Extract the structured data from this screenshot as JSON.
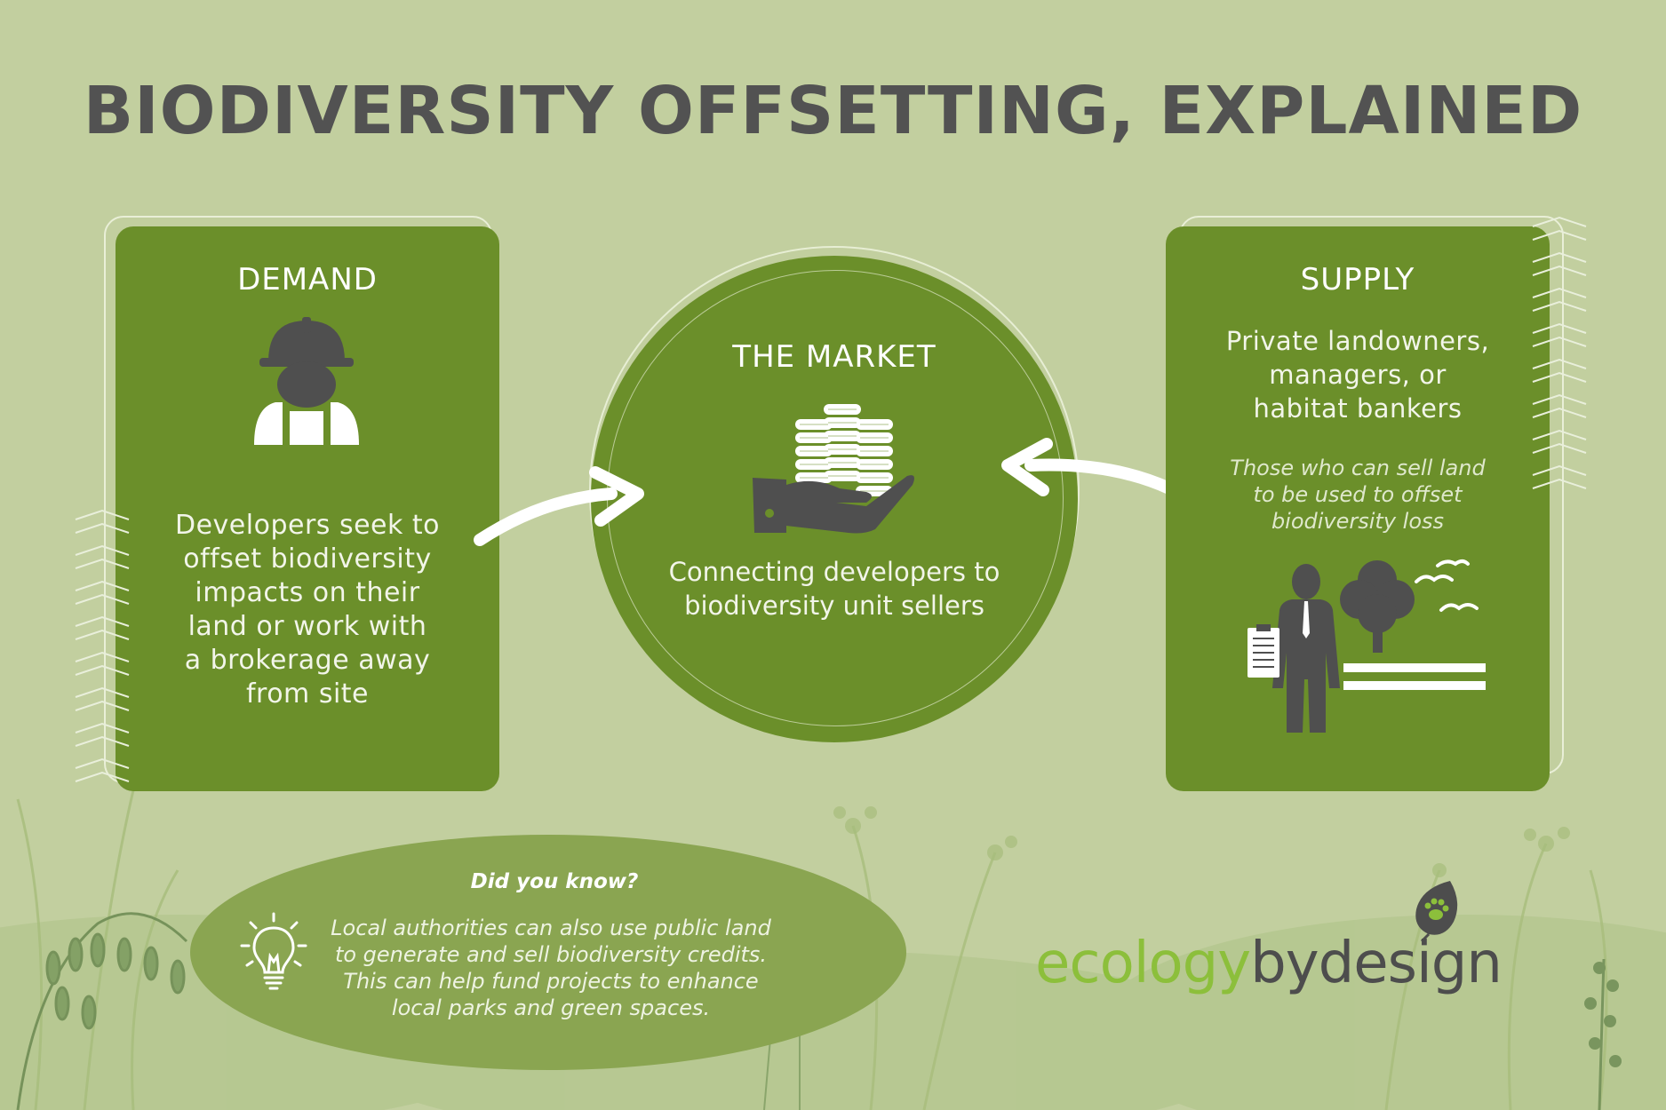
{
  "title": "BIODIVERSITY OFFSETTING, EXPLAINED",
  "demand": {
    "heading": "DEMAND",
    "icon": "construction-worker-icon",
    "body_lines": [
      "Developers seek to",
      "offset biodiversity",
      "impacts on their",
      "land or work with",
      "a brokerage away",
      "from site"
    ]
  },
  "market": {
    "heading": "THE MARKET",
    "icon": "hand-holding-coins-icon",
    "body_lines": [
      "Connecting developers to",
      "biodiversity unit sellers"
    ]
  },
  "supply": {
    "heading": "SUPPLY",
    "body_lines": [
      "Private landowners,",
      "managers, or",
      "habitat bankers"
    ],
    "note_lines": [
      "Those who can sell land",
      "to be used to offset",
      "biodiversity loss"
    ],
    "icon": "landowner-with-tree-icon"
  },
  "tip": {
    "heading": "Did you know?",
    "icon": "lightbulb-icon",
    "body_lines": [
      "Local authorities can also use public land",
      "to generate and sell biodiversity credits.",
      "This can help fund projects to enhance",
      "local parks and green spaces."
    ]
  },
  "logo": {
    "part_green": "ecology",
    "part_grey": "bydesign",
    "icon": "leaf-pawprint-icon"
  },
  "colors": {
    "background": "#c2cf9f",
    "panel": "#6b8f2a",
    "tip_oval": "#8aa551",
    "title": "#525252",
    "logo_green": "#8cbf3b",
    "logo_grey": "#4d4d4d"
  }
}
